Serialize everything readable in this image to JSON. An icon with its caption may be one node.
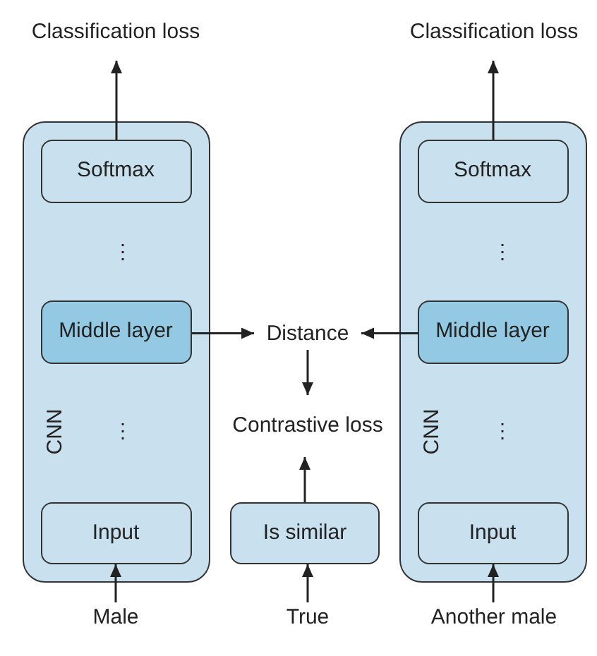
{
  "diagram": {
    "nodes": [
      {
        "text": [
          "Classification loss"
        ]
      },
      {
        "text": [
          "CNN"
        ]
      },
      {
        "text": [
          "Softmax"
        ],
        "in": 1
      },
      {
        "text": [
          "Middle layer"
        ],
        "in": 1
      },
      {
        "text": [
          "Input"
        ],
        "in": 1
      },
      {
        "text": [
          "Distance"
        ]
      },
      {
        "text": [
          "Contrastive loss"
        ]
      },
      {
        "text": [
          "Is similar"
        ]
      },
      {
        "text": [
          "Male"
        ]
      },
      {
        "text": [
          "True"
        ]
      },
      {
        "text": [
          "Classification loss"
        ]
      },
      {
        "text": [
          "CNN"
        ]
      },
      {
        "text": [
          "Softmax"
        ],
        "in": 11
      },
      {
        "text": [
          "Middle layer"
        ],
        "in": 11
      },
      {
        "text": [
          "Input"
        ],
        "in": 11
      },
      {
        "text": [
          "Another male"
        ]
      }
    ],
    "edges": [
      {
        "from": 2,
        "to": 0,
        "arrow": "to"
      },
      {
        "from": 3,
        "to": 5,
        "arrow": "to"
      },
      {
        "from": 13,
        "to": 5,
        "arrow": "to"
      },
      {
        "from": 5,
        "to": 6,
        "arrow": "to"
      },
      {
        "from": 7,
        "to": 6,
        "arrow": "to"
      },
      {
        "from": 8,
        "to": 4,
        "arrow": "to"
      },
      {
        "from": 9,
        "to": 7,
        "arrow": "to"
      },
      {
        "from": 12,
        "to": 10,
        "arrow": "to"
      },
      {
        "from": 15,
        "to": 14,
        "arrow": "to"
      }
    ],
    "labels": [
      "⋮",
      "⋮",
      "⋮",
      "⋮"
    ]
  }
}
